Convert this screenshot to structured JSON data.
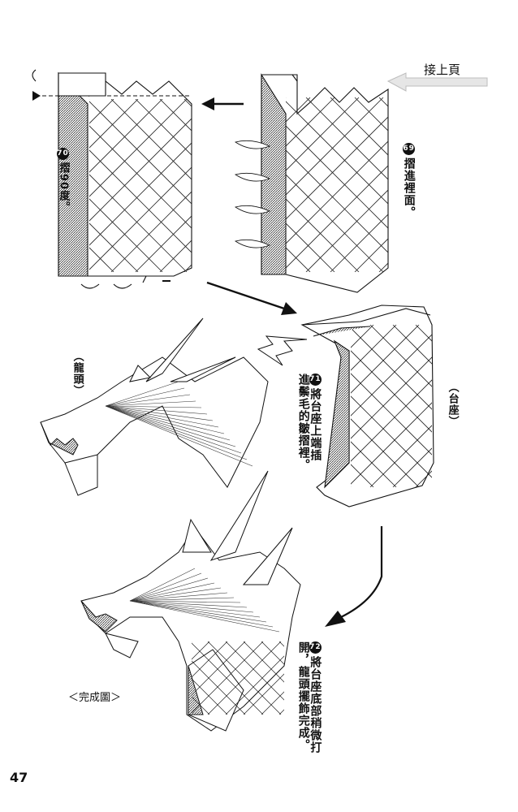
{
  "continue_label": "接上頁",
  "steps": [
    {
      "number": "69",
      "text": "摺進裡面。"
    },
    {
      "number": "70",
      "text": "摺90度。"
    },
    {
      "number": "71",
      "text": "將台座上端插進鬃毛的皺摺裡。"
    },
    {
      "number": "72",
      "text": "將台座底部稍微打開，龍頭擺飾完成。"
    }
  ],
  "labels": {
    "dragon_head": "（龍頭）",
    "base": "（台座）",
    "finished": "＜完成圖＞"
  },
  "page_number": "47"
}
